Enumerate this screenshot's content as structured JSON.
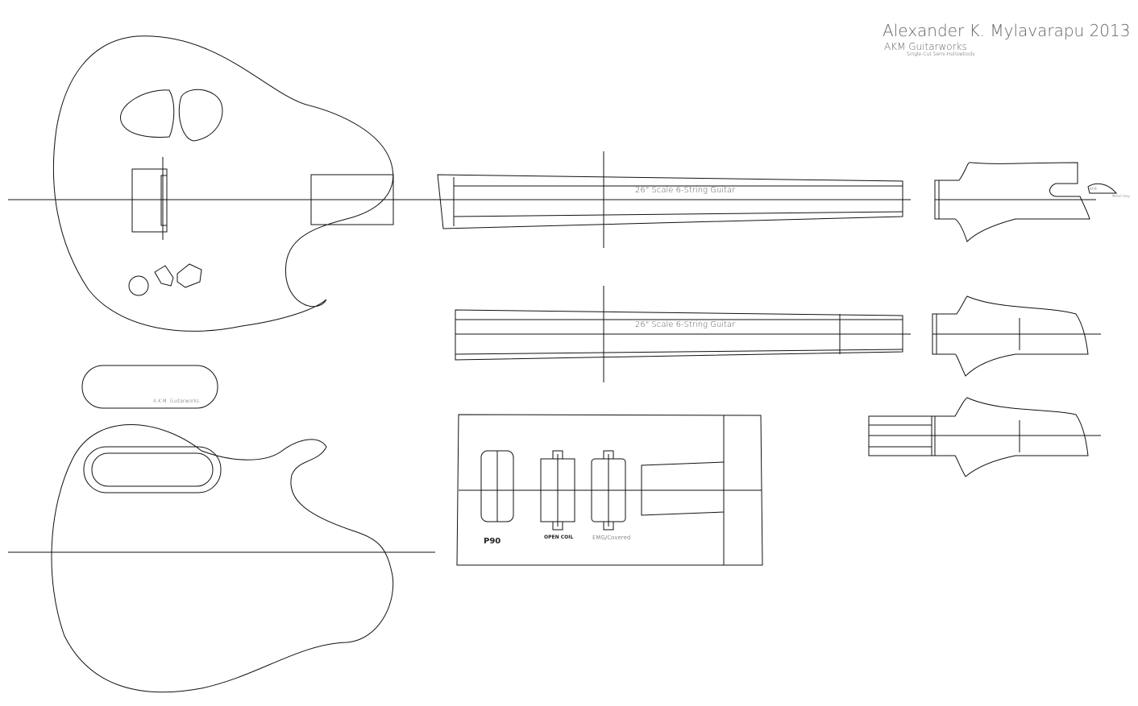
{
  "title_block": {
    "author": "Alexander K. Mylavarapu 2013",
    "company": "AKM Guitarworks",
    "model": "Single-Cut Semi-Hollowbody"
  },
  "necks": [
    {
      "label": "26\" Scale 6-String Guitar"
    },
    {
      "label": "26\" Scale 6-String Guitar"
    }
  ],
  "headstock_inlay": {
    "logo": "AKM",
    "note": "Metal Inlay"
  },
  "back_plate": {
    "label": "A.K.M. Guitarworks"
  },
  "pickups": [
    {
      "label": "P90"
    },
    {
      "label": "OPEN COIL"
    },
    {
      "label": "EMG/Covered"
    }
  ]
}
